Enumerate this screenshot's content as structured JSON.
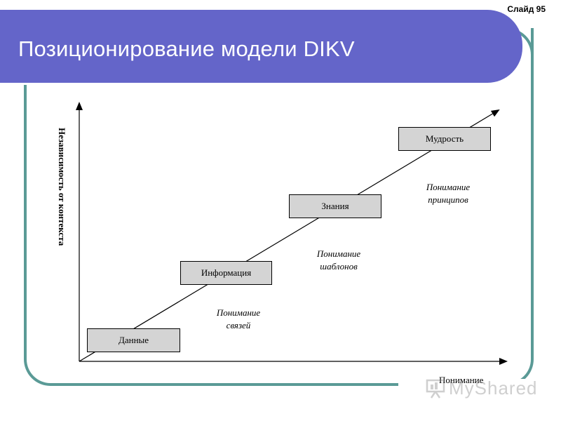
{
  "slide": {
    "number_label": "Слайд 95"
  },
  "title": "Позиционирование модели DIKV",
  "diagram": {
    "y_axis_label": "Независимость от контекста",
    "x_axis_label": "Понимание",
    "levels": [
      {
        "label": "Данные"
      },
      {
        "label": "Информация"
      },
      {
        "label": "Знания"
      },
      {
        "label": "Мудрость"
      }
    ],
    "transitions": [
      {
        "line1": "Понимание",
        "line2": "связей"
      },
      {
        "line1": "Понимание",
        "line2": "шаблонов"
      },
      {
        "line1": "Понимание",
        "line2": "принципов"
      }
    ]
  },
  "watermark": {
    "text": "MyShared",
    "icon": "presentation-icon"
  },
  "colors": {
    "title_bar": "#6465c9",
    "frame": "#5a9a96",
    "box_fill": "#d4d4d4"
  }
}
